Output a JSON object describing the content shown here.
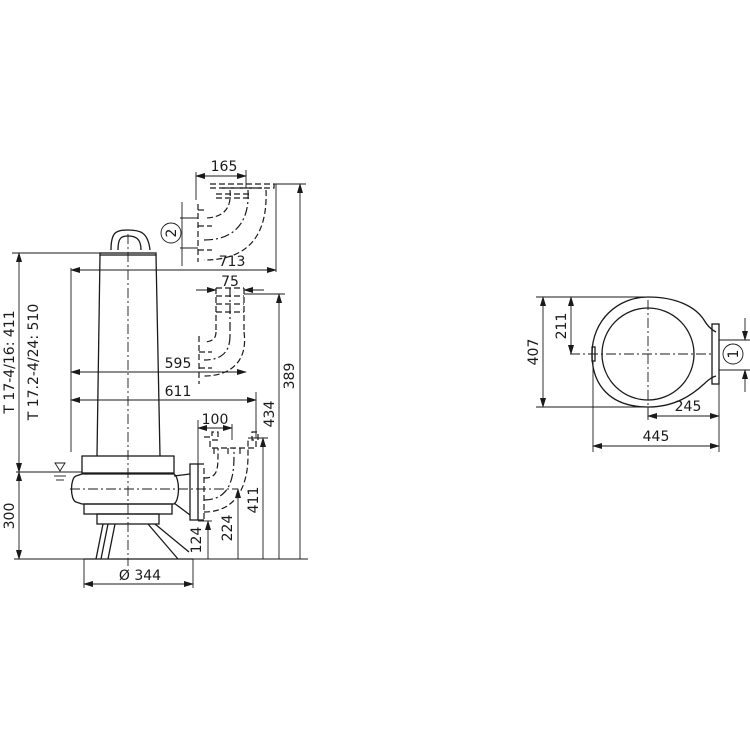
{
  "drawing": {
    "side_view": {
      "dimensions": {
        "discharge_bend_width": "165",
        "overall_length_top": "713",
        "bend_mid_width": "75",
        "length_595": "595",
        "length_611": "611",
        "flange_width": "100",
        "height_434": "434",
        "height_389": "389",
        "height_411": "411",
        "height_224": "224",
        "height_124": "124",
        "base_height_300": "300",
        "base_diameter": "Ø 344",
        "variant_label_1": "T 17-4/16: 411",
        "variant_label_2": "T 17.2-4/24: 510"
      },
      "markers": {
        "discharge_marker": "2"
      }
    },
    "top_view": {
      "dimensions": {
        "height_407": "407",
        "height_211": "211",
        "width_245": "245",
        "width_445": "445"
      },
      "markers": {
        "inlet_marker": "1"
      }
    },
    "colors": {
      "line": "#1a1a1a",
      "background": "#ffffff"
    }
  }
}
